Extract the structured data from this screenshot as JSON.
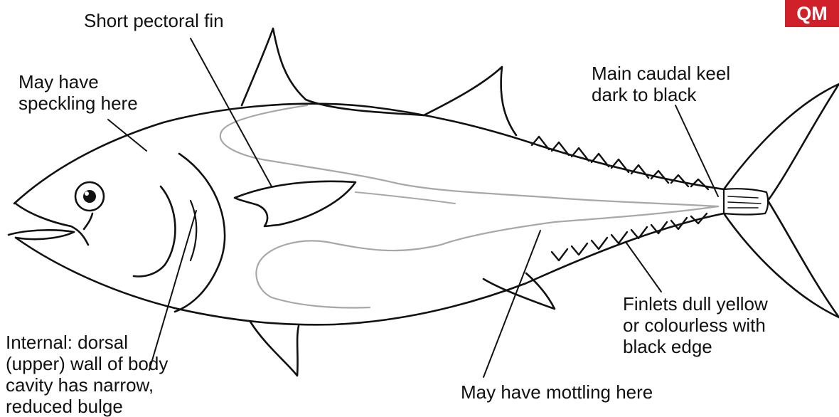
{
  "badge": {
    "text": "QM",
    "color": "#d0202a"
  },
  "labels": {
    "pectoral": "Short pectoral fin",
    "speckling": "May have\nspeckling here",
    "keel": "Main caudal keel\ndark to black",
    "internal": "Internal: dorsal\n(upper) wall of body\ncavity has narrow,\nreduced bulge",
    "mottling": "May have mottling here",
    "finlets": "Finlets dull yellow\nor colourless with\nblack edge"
  },
  "colors": {
    "outline": "#111111",
    "body_cavity_line": "#a8a8a8",
    "text": "#111111"
  }
}
